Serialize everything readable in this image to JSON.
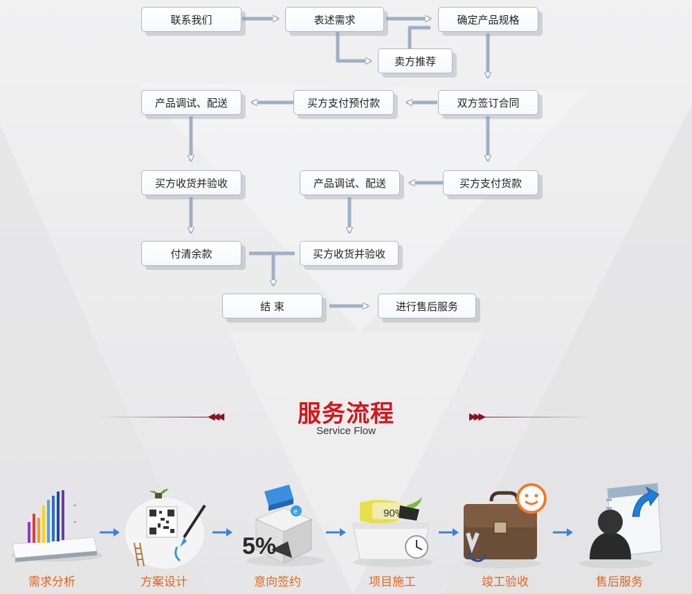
{
  "flowchart": {
    "nodes": {
      "contact": "联系我们",
      "describe_needs": "表述需求",
      "confirm_spec": "确定产品规格",
      "seller_recommend": "卖方推荐",
      "debug_delivery_1": "产品调试、配送",
      "buyer_prepay": "买方支付预付款",
      "sign_contract": "双方签订合同",
      "buyer_receive_1": "买方收货并验收",
      "debug_delivery_2": "产品调试、配送",
      "buyer_pay_goods": "买方支付货款",
      "pay_balance": "付清余款",
      "buyer_receive_2": "买方收货并验收",
      "end": "结 束",
      "after_sales": "进行售后服务"
    }
  },
  "service_section": {
    "title": "服务流程",
    "subtitle": "Service Flow",
    "chevron_left": "◀◀◀",
    "chevron_right": "▶▶▶",
    "accent_color": "#d3161b",
    "label_color": "#e2661a",
    "steps": [
      {
        "label": "需求分析",
        "icon": "bar-chart-book-icon"
      },
      {
        "label": "方案设计",
        "icon": "qr-code-paint-icon"
      },
      {
        "label": "意向签约",
        "icon": "percent-cube-icon",
        "badge": "5%"
      },
      {
        "label": "项目施工",
        "icon": "basket-clock-icon",
        "badge": "90%"
      },
      {
        "label": "竣工验收",
        "icon": "briefcase-smiley-icon"
      },
      {
        "label": "售后服务",
        "icon": "user-document-icon"
      }
    ]
  }
}
